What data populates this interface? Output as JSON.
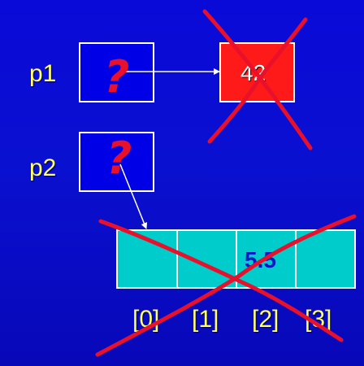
{
  "pointers": [
    {
      "label": "p1"
    },
    {
      "label": "p2"
    }
  ],
  "heap_int": {
    "value": "42"
  },
  "array": {
    "cells": [
      "",
      "",
      "5.5",
      ""
    ],
    "indices": [
      "[0]",
      "[1]",
      "[2]",
      "[3]"
    ]
  },
  "marks": {
    "question_mark": "?"
  },
  "colors": {
    "background": "#0a0ad8",
    "label_text": "#ffff66",
    "heap_box": "#ff1a1a",
    "array_cell": "#00cccc",
    "scribble": "#e8102a"
  }
}
